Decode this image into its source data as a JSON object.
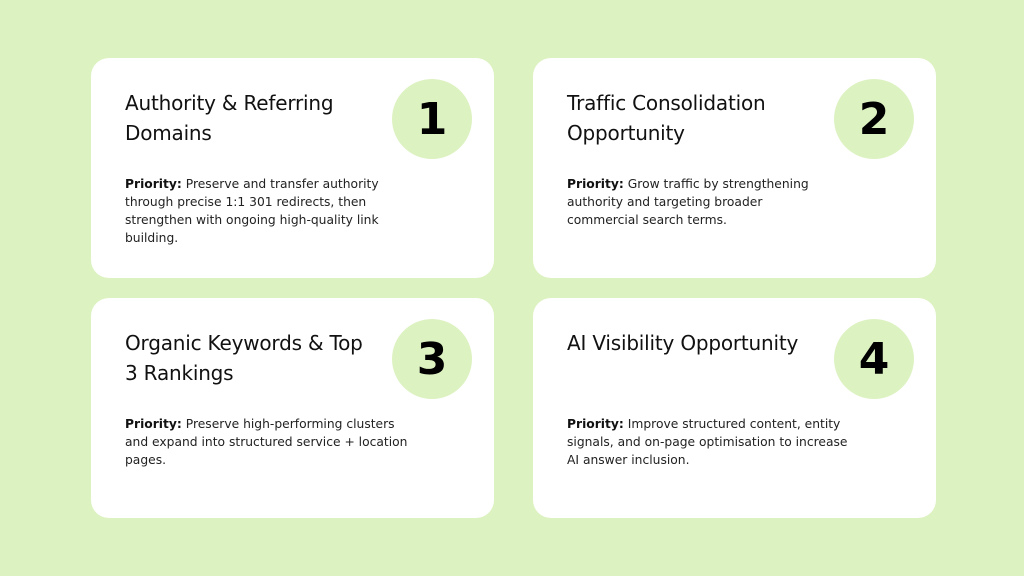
{
  "cards": [
    {
      "number": "1",
      "title": "Authority & Referring Domains",
      "priority_label": "Priority:",
      "priority_text": " Preserve and transfer authority through precise 1:1 301 redirects, then strengthen with ongoing high-quality link building."
    },
    {
      "number": "2",
      "title": "Traffic Consolidation Opportunity",
      "priority_label": "Priority:",
      "priority_text": " Grow traffic by strengthening authority and targeting broader commercial search terms."
    },
    {
      "number": "3",
      "title": "Organic Keywords & Top 3 Rankings",
      "priority_label": "Priority:",
      "priority_text": " Preserve high-performing clusters and expand into structured service + location pages."
    },
    {
      "number": "4",
      "title": "AI Visibility Opportunity",
      "priority_label": "Priority:",
      "priority_text": " Improve structured content, entity signals, and on-page optimisation to increase AI answer inclusion."
    }
  ],
  "colors": {
    "background": "#ddf2c1",
    "card": "#ffffff",
    "badge": "#ddf2c1"
  }
}
